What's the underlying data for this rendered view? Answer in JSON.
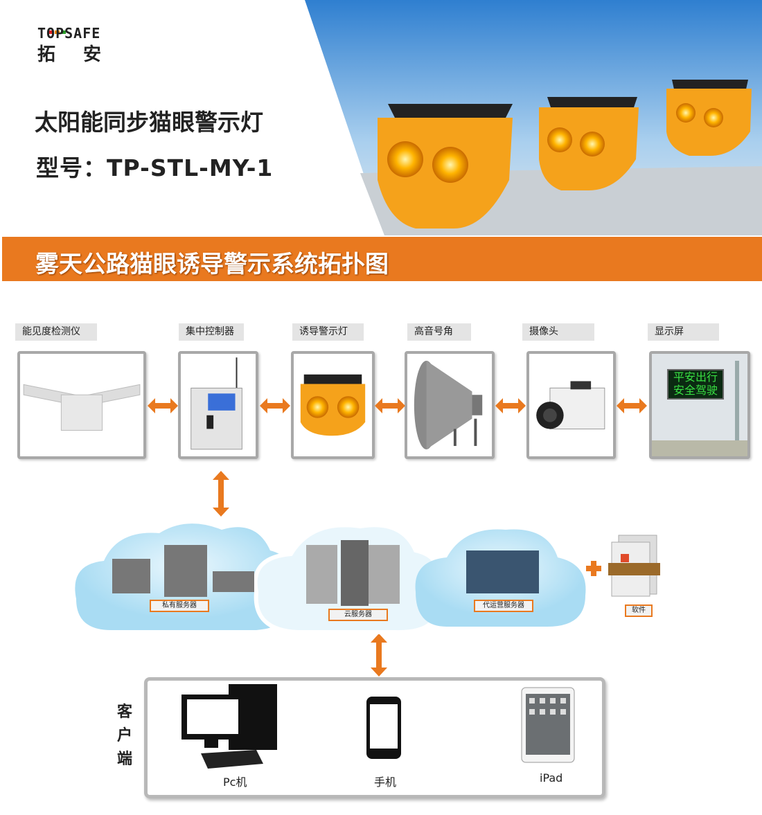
{
  "brand": {
    "logo_en": "TOPSAFE",
    "logo_cn": "拓安",
    "dot_colors": [
      "#e02020",
      "#f08a00",
      "#2aa02a"
    ]
  },
  "header": {
    "product_title": "太阳能同步猫眼警示灯",
    "model": "型号：TP-STL-MY-1"
  },
  "banner": {
    "title": "雾天公路猫眼诱导警示系统拓扑图"
  },
  "devices": [
    {
      "label": "能见度检测仪"
    },
    {
      "label": "集中控制器"
    },
    {
      "label": "诱导警示灯"
    },
    {
      "label": "高音号角"
    },
    {
      "label": "摄像头"
    },
    {
      "label": "显示屏",
      "screen_text": [
        "平安出行",
        "安全驾驶"
      ]
    }
  ],
  "servers": {
    "private": "私有服务器",
    "cloud": "云服务器",
    "operated": "代运营服务器",
    "software": "软件"
  },
  "client": {
    "label": "客户端",
    "devices": [
      "Pc机",
      "手机",
      "iPad"
    ]
  },
  "colors": {
    "accent": "#e9791f",
    "border": "#a8a8a8",
    "label_bg": "#e4e4e4"
  }
}
